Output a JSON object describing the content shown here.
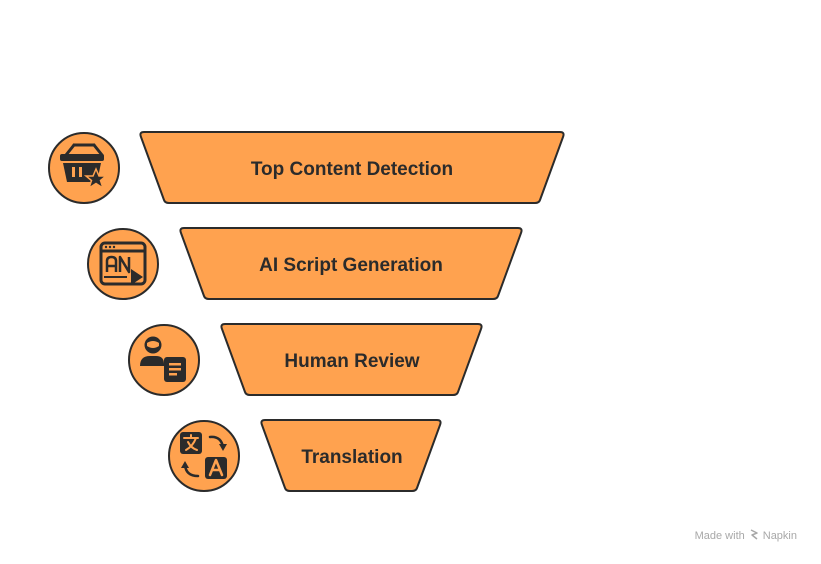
{
  "colors": {
    "fill": "#FFA24F",
    "stroke": "#2b2b2b",
    "text": "#2b2b2b"
  },
  "funnel": {
    "stages": [
      {
        "label": "Top Content Detection",
        "icon": "basket-star-icon"
      },
      {
        "label": "AI Script Generation",
        "icon": "ai-video-icon"
      },
      {
        "label": "Human Review",
        "icon": "reviewer-document-icon"
      },
      {
        "label": "Translation",
        "icon": "translate-icon"
      }
    ]
  },
  "watermark": {
    "prefix": "Made with",
    "brand": "Napkin",
    "icon": "napkin-logo-icon"
  }
}
